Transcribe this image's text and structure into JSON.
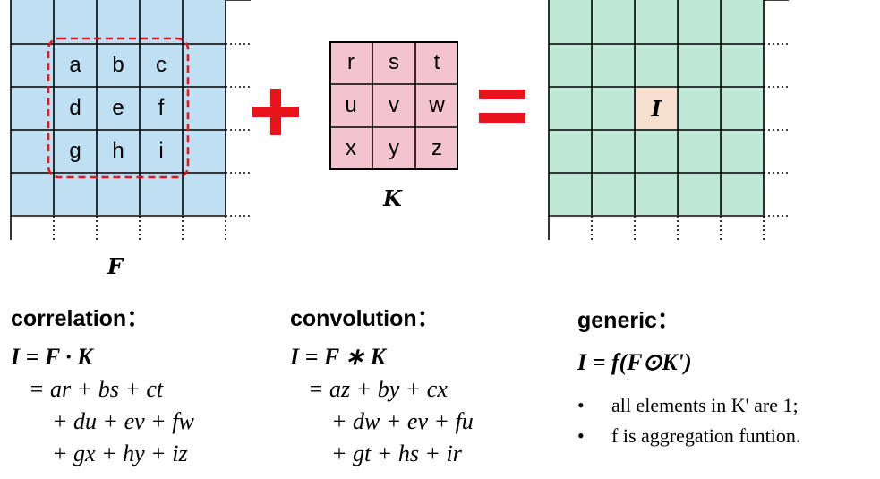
{
  "f_cells": [
    [
      "a",
      "b",
      "c"
    ],
    [
      "d",
      "e",
      "f"
    ],
    [
      "g",
      "h",
      "i"
    ]
  ],
  "k_cells": [
    [
      "r",
      "s",
      "t"
    ],
    [
      "u",
      "v",
      "w"
    ],
    [
      "x",
      "y",
      "z"
    ]
  ],
  "f_label": "F",
  "k_label": "K",
  "i_label": "I",
  "correlation": {
    "heading": "correlation：",
    "line1": "I = F · K",
    "line2": "= ar + bs + ct",
    "line3": "+ du + ev + fw",
    "line4": "+ gx + hy + iz"
  },
  "convolution": {
    "heading": "convolution：",
    "line1": "I = F ∗ K",
    "line2": "= az + by + cx",
    "line3": "+ dw + ev + fu",
    "line4": "+ gt + hs + ir"
  },
  "generic": {
    "heading": "generic：",
    "formula": "I = f(F⊙K')",
    "bullets": [
      "all elements in K' are 1;",
      "f is aggregation funtion."
    ]
  },
  "colors": {
    "f_fill": "#bfe0f3",
    "k_fill": "#f4c4ce",
    "out_fill": "#bfe8d6",
    "highlight": "#f5e0d0",
    "red": "#e8141c"
  }
}
